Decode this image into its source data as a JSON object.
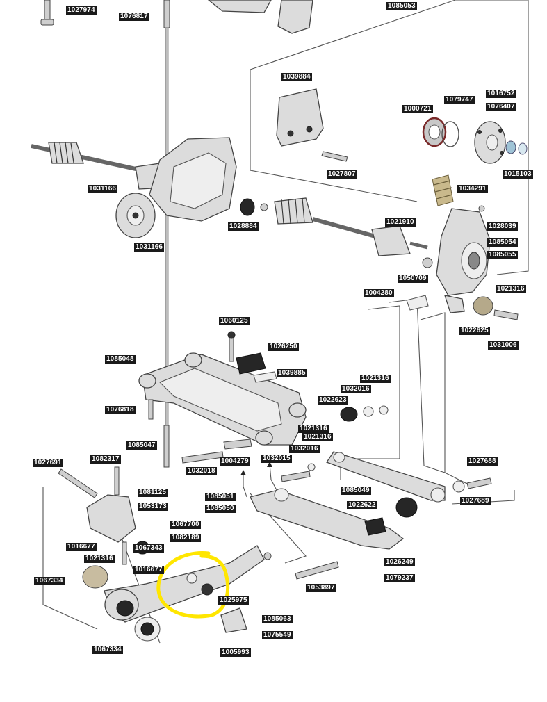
{
  "diagram": {
    "part_numbers": [
      "1027974",
      "1076817",
      "1085053",
      "1039884",
      "1079747",
      "1016752",
      "1000721",
      "1076407",
      "1027807",
      "1015103",
      "1031166",
      "1034291",
      "1021910",
      "1028039",
      "1028884",
      "1085054",
      "1031166",
      "1085055",
      "1050709",
      "1004280",
      "1021316",
      "1022625",
      "1031006",
      "1060125",
      "1026250",
      "1085048",
      "1039885",
      "1021316",
      "1032016",
      "1022623",
      "1076818",
      "1021316",
      "1021316",
      "1085047",
      "1032016",
      "1082317",
      "1027691",
      "1032018",
      "1004279",
      "1032015",
      "1027688",
      "1081125",
      "1085049",
      "1053173",
      "1085051",
      "1085050",
      "1022622",
      "1027689",
      "1067700",
      "1082189",
      "1016677",
      "1067343",
      "1021316",
      "1016677",
      "1067334",
      "1026249",
      "1079237",
      "1053897",
      "1025975",
      "1085063",
      "1075549",
      "1067334",
      "1005993"
    ]
  },
  "colors": {
    "label_bg": "#1a1a1a",
    "label_text": "#ffffff",
    "highlight": "#ffe600"
  }
}
